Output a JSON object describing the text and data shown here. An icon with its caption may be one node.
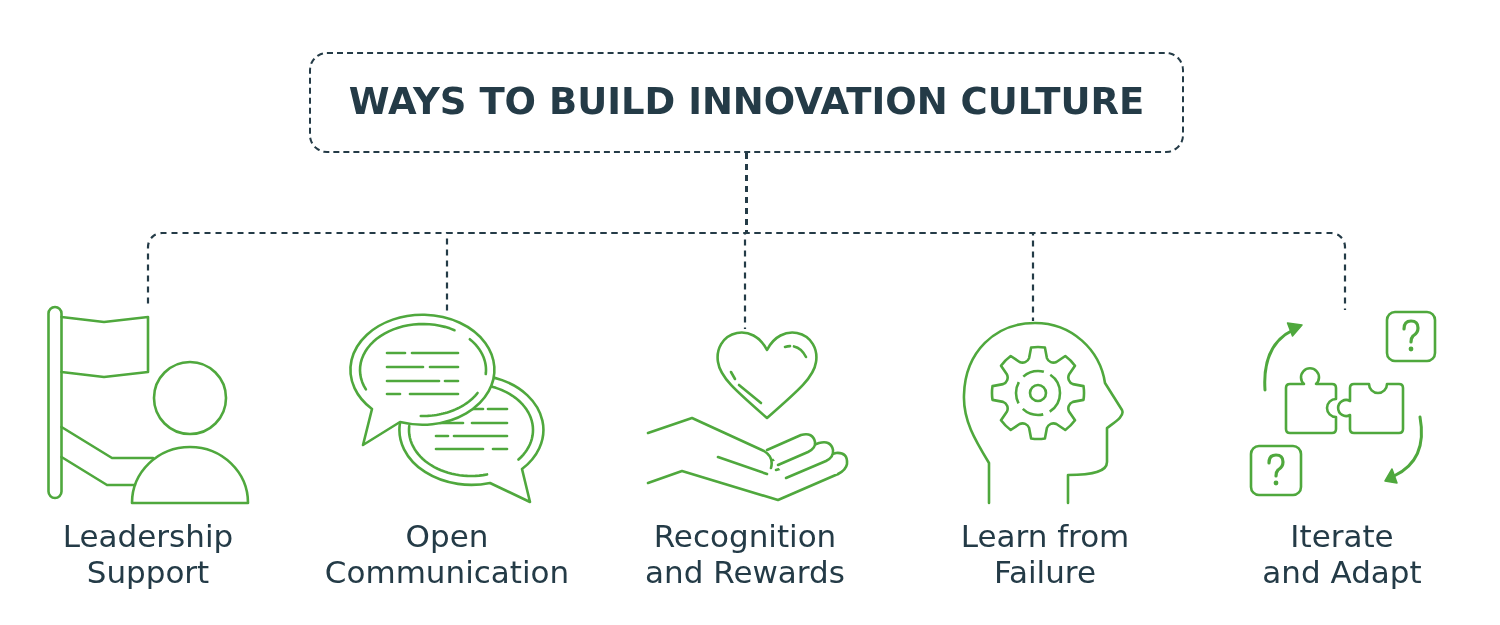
{
  "diagram": {
    "nodes": [
      {
        "text": [
          "WAYS TO BUILD INNOVATION CULTURE"
        ]
      },
      {
        "text": [
          "Leadership Support"
        ]
      },
      {
        "text": [
          "Open Communication"
        ]
      },
      {
        "text": [
          "Recognition and Rewards"
        ]
      },
      {
        "text": [
          "Learn from Failure"
        ]
      },
      {
        "text": [
          "Iterate and Adapt"
        ]
      }
    ],
    "edges": [
      {
        "from": 0,
        "to": 1,
        "arrow": "none",
        "style": "dashed"
      },
      {
        "from": 0,
        "to": 2,
        "arrow": "none",
        "style": "dashed"
      },
      {
        "from": 0,
        "to": 3,
        "arrow": "none",
        "style": "dashed"
      },
      {
        "from": 0,
        "to": 4,
        "arrow": "none",
        "style": "dashed"
      },
      {
        "from": 0,
        "to": 5,
        "arrow": "none",
        "style": "dashed"
      }
    ]
  }
}
